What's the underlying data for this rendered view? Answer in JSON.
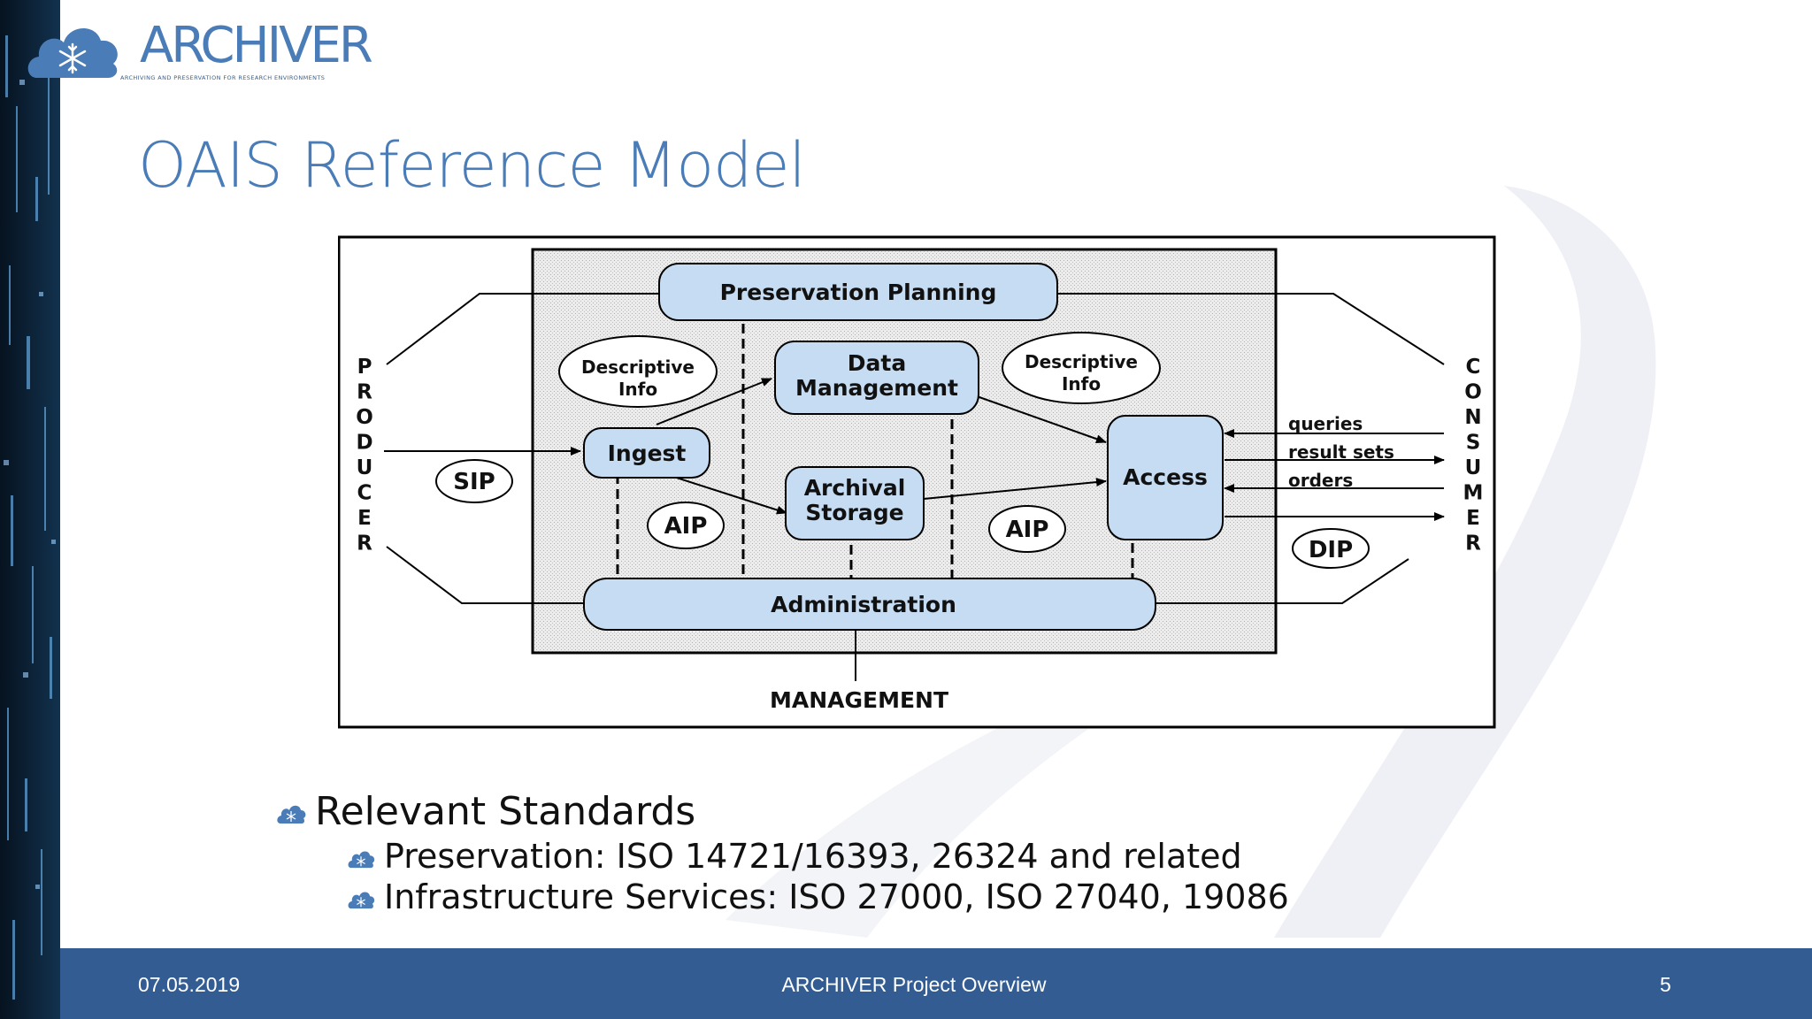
{
  "brand": {
    "name": "ARCHIVER",
    "tagline": "ARCHIVING AND PRESERVATION FOR RESEARCH ENVIRONMENTS",
    "logo_icon": "snowflake-cloud-icon",
    "colors": {
      "primary": "#4a7cb8",
      "footer": "#335c93",
      "box_fill": "#c6dcf2"
    }
  },
  "slide": {
    "title": "OAIS Reference Model"
  },
  "diagram": {
    "producer_label": "PRODUCER",
    "consumer_label": "CONSUMER",
    "management_label": "MANAGEMENT",
    "functions": {
      "preservation_planning": "Preservation Planning",
      "data_management_line1": "Data",
      "data_management_line2": "Management",
      "ingest": "Ingest",
      "archival_storage_line1": "Archival",
      "archival_storage_line2": "Storage",
      "access": "Access",
      "administration": "Administration"
    },
    "packages": {
      "sip": "SIP",
      "aip_left": "AIP",
      "aip_right": "AIP",
      "dip": "DIP"
    },
    "descriptive_left": {
      "line1": "Descriptive",
      "line2": "Info"
    },
    "descriptive_right": {
      "line1": "Descriptive",
      "line2": "Info"
    },
    "flows": {
      "queries": "queries",
      "result_sets": "result sets",
      "orders": "orders"
    }
  },
  "standards": {
    "heading": "Relevant Standards",
    "items": [
      "Preservation: ISO 14721/16393, 26324 and related",
      "Infrastructure Services: ISO 27000, ISO 27040, 19086"
    ],
    "bullet_icon": "snowflake-cloud-icon"
  },
  "footer": {
    "date": "07.05.2019",
    "center": "ARCHIVER Project Overview",
    "page": "5"
  }
}
